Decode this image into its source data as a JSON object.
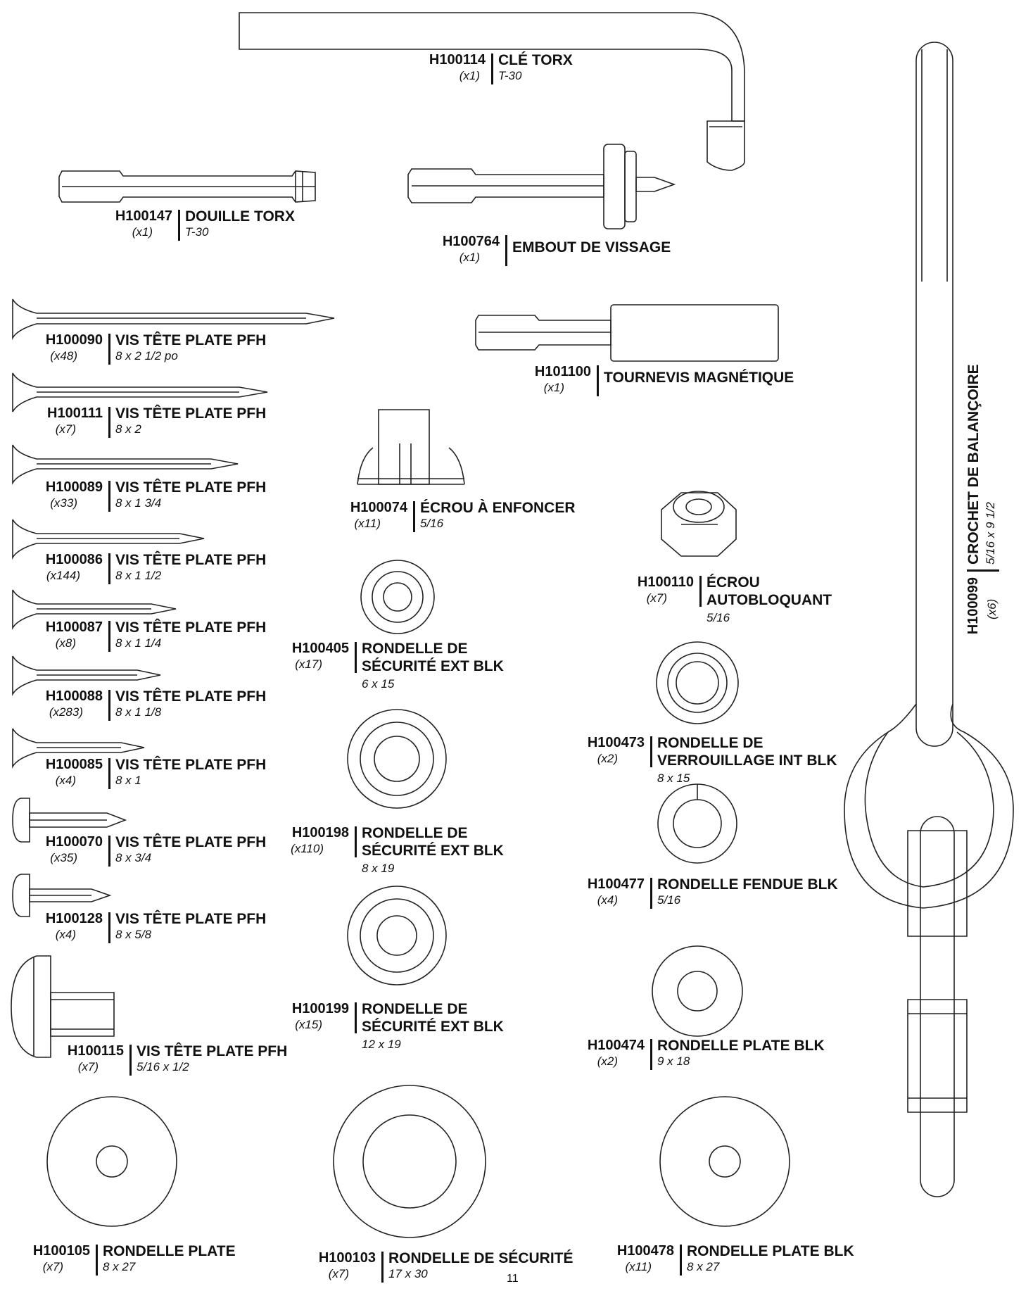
{
  "page_number": "11",
  "parts": [
    {
      "id": "p114",
      "code": "H100114",
      "qty": "(x1)",
      "name": "CLÉ TORX",
      "name2": "",
      "size": "T-30"
    },
    {
      "id": "p147",
      "code": "H100147",
      "qty": "(x1)",
      "name": "DOUILLE TORX",
      "name2": "",
      "size": "T-30"
    },
    {
      "id": "p764",
      "code": "H100764",
      "qty": "(x1)",
      "name": "EMBOUT DE VISSAGE",
      "name2": "",
      "size": ""
    },
    {
      "id": "p1100",
      "code": "H101100",
      "qty": "(x1)",
      "name": "TOURNEVIS MAGNÉTIQUE",
      "name2": "",
      "size": ""
    },
    {
      "id": "p090",
      "code": "H100090",
      "qty": "(x48)",
      "name": "VIS TÊTE PLATE PFH",
      "name2": "",
      "size": "8 x 2 1/2 po"
    },
    {
      "id": "p111",
      "code": "H100111",
      "qty": "(x7)",
      "name": "VIS TÊTE PLATE PFH",
      "name2": "",
      "size": "8 x 2"
    },
    {
      "id": "p089",
      "code": "H100089",
      "qty": "(x33)",
      "name": "VIS TÊTE PLATE PFH",
      "name2": "",
      "size": "8 x 1 3/4"
    },
    {
      "id": "p086",
      "code": "H100086",
      "qty": "(x144)",
      "name": "VIS TÊTE PLATE PFH",
      "name2": "",
      "size": "8 x 1 1/2"
    },
    {
      "id": "p087",
      "code": "H100087",
      "qty": "(x8)",
      "name": "VIS TÊTE PLATE PFH",
      "name2": "",
      "size": "8 x 1 1/4"
    },
    {
      "id": "p088",
      "code": "H100088",
      "qty": "(x283)",
      "name": "VIS TÊTE PLATE PFH",
      "name2": "",
      "size": "8 x 1 1/8"
    },
    {
      "id": "p085",
      "code": "H100085",
      "qty": "(x4)",
      "name": "VIS TÊTE PLATE PFH",
      "name2": "",
      "size": "8 x 1"
    },
    {
      "id": "p070",
      "code": "H100070",
      "qty": "(x35)",
      "name": "VIS TÊTE PLATE PFH",
      "name2": "",
      "size": "8 x 3/4"
    },
    {
      "id": "p128",
      "code": "H100128",
      "qty": "(x4)",
      "name": "VIS TÊTE PLATE PFH",
      "name2": "",
      "size": "8 x 5/8"
    },
    {
      "id": "p115",
      "code": "H100115",
      "qty": "(x7)",
      "name": "VIS TÊTE PLATE PFH",
      "name2": "",
      "size": "5/16 x 1/2"
    },
    {
      "id": "p074",
      "code": "H100074",
      "qty": "(x11)",
      "name": "ÉCROU À ENFONCER",
      "name2": "",
      "size": "5/16"
    },
    {
      "id": "p405",
      "code": "H100405",
      "qty": "(x17)",
      "name": "RONDELLE DE",
      "name2": "SÉCURITÉ EXT BLK",
      "size": "6 x 15"
    },
    {
      "id": "p198",
      "code": "H100198",
      "qty": "(x110)",
      "name": "RONDELLE DE",
      "name2": "SÉCURITÉ EXT BLK",
      "size": "8 x 19"
    },
    {
      "id": "p199",
      "code": "H100199",
      "qty": "(x15)",
      "name": "RONDELLE DE",
      "name2": "SÉCURITÉ EXT BLK",
      "size": "12 x 19"
    },
    {
      "id": "p110",
      "code": "H100110",
      "qty": "(x7)",
      "name": "ÉCROU",
      "name2": "AUTOBLOQUANT",
      "size": "5/16"
    },
    {
      "id": "p473",
      "code": "H100473",
      "qty": "(x2)",
      "name": "RONDELLE DE",
      "name2": "VERROUILLAGE INT BLK",
      "size": "8 x 15"
    },
    {
      "id": "p477",
      "code": "H100477",
      "qty": "(x4)",
      "name": "RONDELLE FENDUE BLK",
      "name2": "",
      "size": "5/16"
    },
    {
      "id": "p474",
      "code": "H100474",
      "qty": "(x2)",
      "name": "RONDELLE PLATE BLK",
      "name2": "",
      "size": "9 x 18"
    },
    {
      "id": "p105",
      "code": "H100105",
      "qty": "(x7)",
      "name": "RONDELLE PLATE",
      "name2": "",
      "size": "8 x 27"
    },
    {
      "id": "p103",
      "code": "H100103",
      "qty": "(x7)",
      "name": "RONDELLE DE SÉCURITÉ",
      "name2": "",
      "size": "17 x 30"
    },
    {
      "id": "p478",
      "code": "H100478",
      "qty": "(x11)",
      "name": "RONDELLE PLATE BLK",
      "name2": "",
      "size": "8 x 27"
    }
  ],
  "swing_hook": {
    "code": "H100099",
    "qty": "(x6)",
    "name": "CROCHET DE BALANÇOIRE",
    "size": "5/16 x 9 1/2"
  }
}
